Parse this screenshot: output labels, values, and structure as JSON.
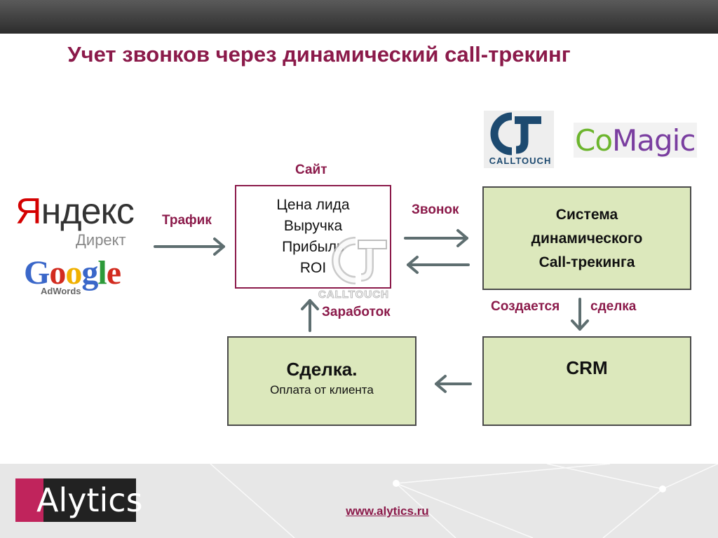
{
  "title": "Учет звонков через динамический call-трекинг",
  "labels": {
    "site": "Сайт",
    "traffic": "Трафик",
    "call": "Звонок",
    "created": "Создается",
    "deal_word": "сделка",
    "earnings": "Заработок"
  },
  "site_box": [
    "Цена лида",
    "Выручка",
    "Прибыль",
    "ROI"
  ],
  "system_box": [
    "Система",
    "динамического",
    "Call-трекинга"
  ],
  "crm_box": "CRM",
  "deal_box": {
    "title": "Сделка.",
    "subtitle": "Оплата от клиента"
  },
  "logos": {
    "yandex_main": "Яндекс",
    "yandex_sub": "Директ",
    "google": "Google",
    "adwords": "AdWords",
    "calltouch": "CALLTOUCH",
    "comagic": "CoMagic",
    "alytics": "Alytics"
  },
  "footer": {
    "url": "www.alytics.ru"
  },
  "colors": {
    "accent": "#8b1a4a",
    "box_green": "#dce8bc",
    "arrow": "#5e6e70"
  }
}
